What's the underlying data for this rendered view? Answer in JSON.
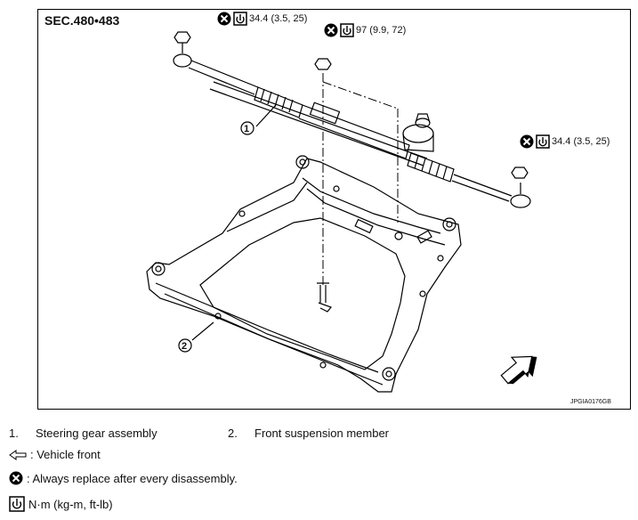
{
  "section": "SEC.480•483",
  "torque": {
    "tie_rod_left": "34.4 (3.5, 25)",
    "center_bolt": "97 (9.9, 72)",
    "tie_rod_right": "34.4 (3.5, 25)"
  },
  "callouts": {
    "c1": "1",
    "c2": "2"
  },
  "figure_code": "JPGIA0176GB",
  "legend": {
    "item1_num": "1.",
    "item1_label": "Steering gear assembly",
    "item2_num": "2.",
    "item2_label": "Front suspension member",
    "vehicle_front": ": Vehicle front",
    "replace": ": Always replace after every disassembly.",
    "torque_unit": "N·m (kg-m, ft-lb)"
  },
  "icons": [
    "replace-icon",
    "torque-icon",
    "vehicle-front-arrow-icon"
  ],
  "colors": {
    "line": "#000000",
    "paper": "#ffffff"
  }
}
